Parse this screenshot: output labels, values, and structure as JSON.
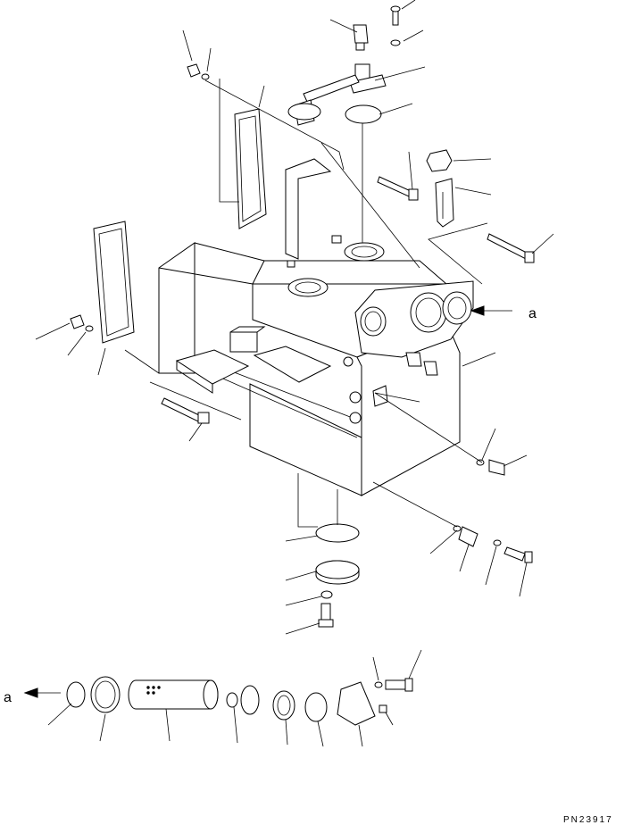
{
  "drawing_id": "PN23917",
  "callouts": {
    "upper_ref": "a",
    "lower_ref": "a"
  },
  "colors": {
    "ink": "#000000",
    "paper": "#ffffff"
  }
}
